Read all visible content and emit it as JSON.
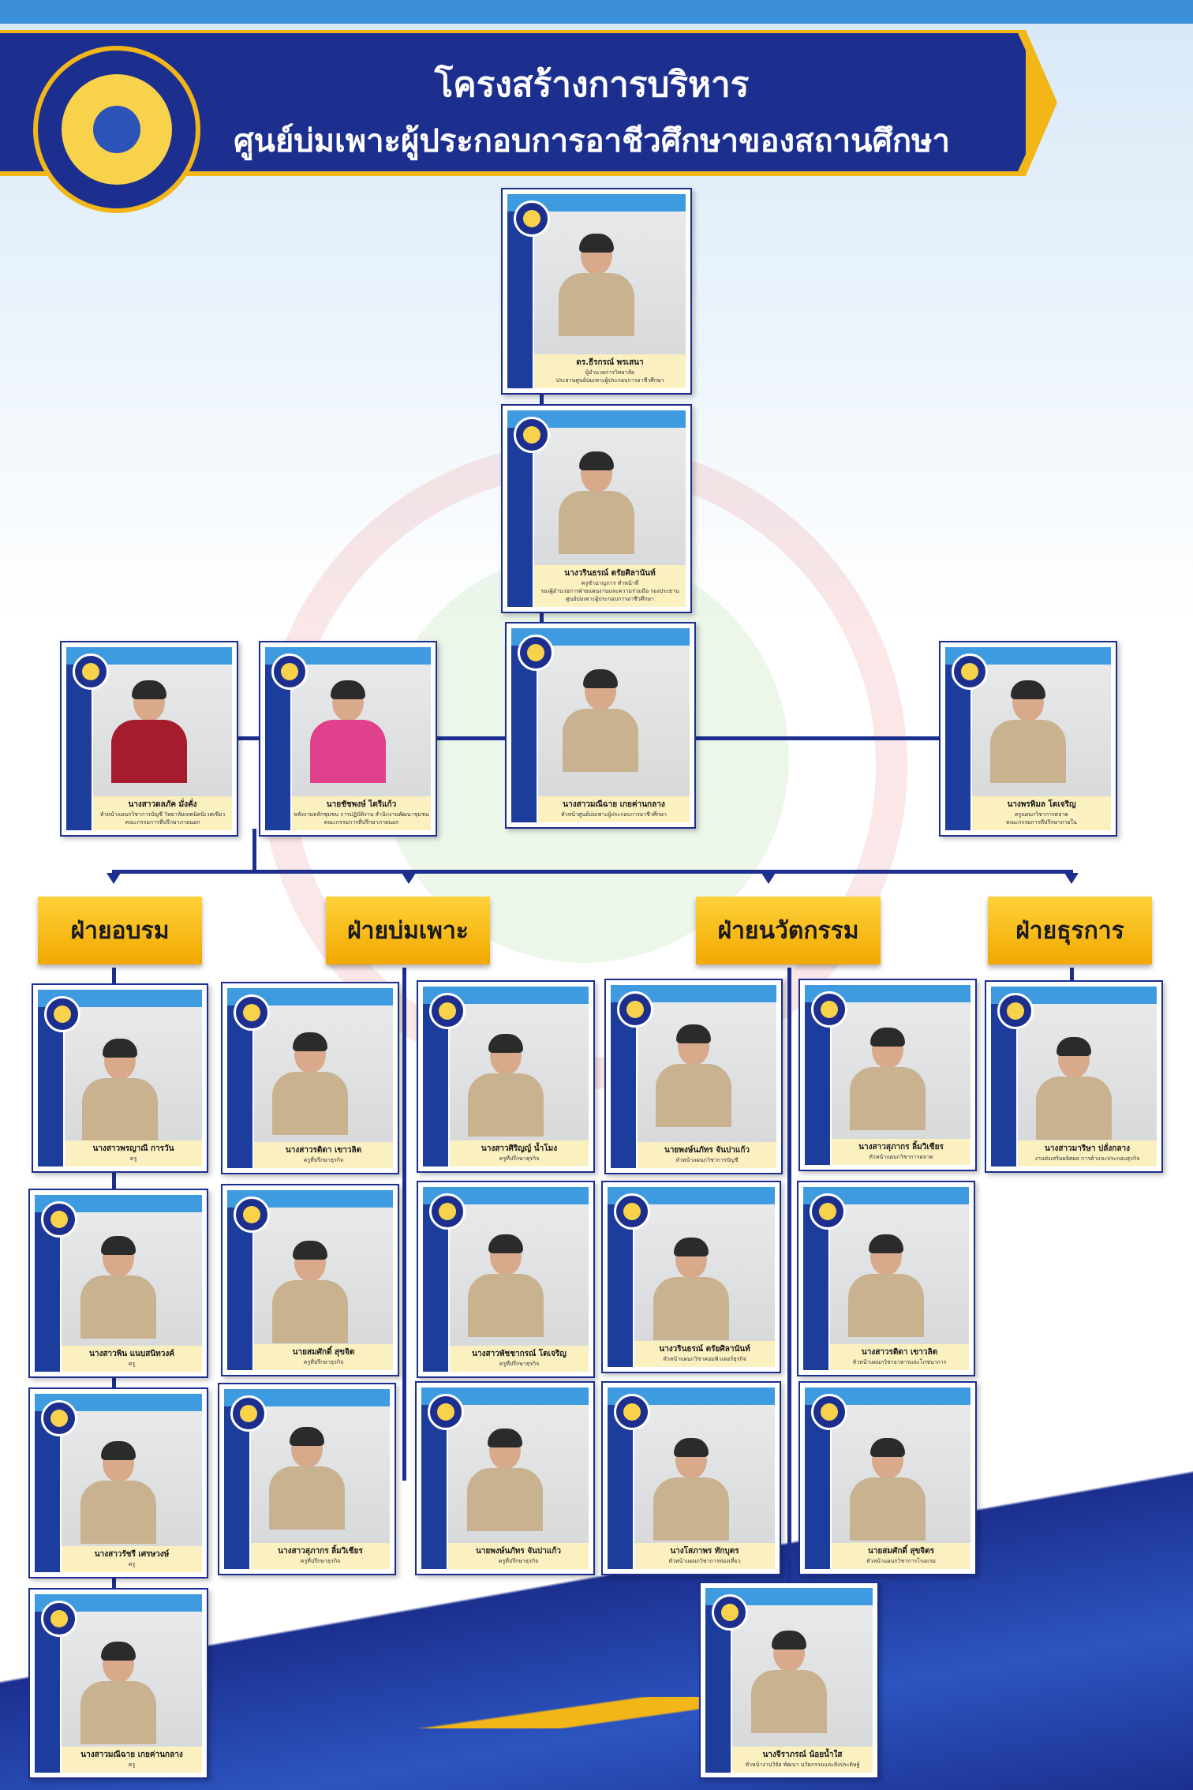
{
  "header": {
    "title": "โครงสร้างการบริหาร",
    "subtitle": "ศูนย์บ่มเพาะผู้ประกอบการอาชีวศึกษาของสถานศึกษา"
  },
  "departments": [
    "ฝ่ายอบรม",
    "ฝ่ายบ่มเพาะ",
    "ฝ่ายนวัตกรรม",
    "ฝ่ายธุรการ"
  ],
  "people": [
    {
      "name": "ดร.ธีรกรณ์ พรเสนา",
      "pos": "ผู้อำนวยการวิทยาลัย",
      "pos2": "ประธานศูนย์บ่มเพาะผู้ประกอบการอาชีวศึกษา"
    },
    {
      "name": "นางวรินธรณ์ ตรัยศิลานันท์",
      "pos": "ครูชำนาญการ ทำหน้าที่",
      "pos2": "รองผู้อำนวยการฝ่ายแผนงานและความร่วมมือ รองประธานศูนย์บ่มเพาะผู้ประกอบการอาชีวศึกษา"
    },
    {
      "name": "นางสาวดลภัค มั่งคั่ง",
      "pos": "หัวหน้าแผนกวิชาการบัญชี วิทยาลัยเทคนิคนิเวศเขียว",
      "pos2": "คณะกรรมการที่ปรึกษาภายนอก"
    },
    {
      "name": "นายชัชพงษ์ ไตรีแก้ว",
      "pos": "พลังงานหลักชุมชน การปฏิบัติงาน สำนักงานพัฒนาชุมชน",
      "pos2": "คณะกรรมการที่ปรึกษาภายนอก"
    },
    {
      "name": "นางสาวมณีฉาย เกยค่านกลาง",
      "pos": "หัวหน้าศูนย์บ่มเพาะผู้ประกอบการอาชีวศึกษา",
      "pos2": ""
    },
    {
      "name": "นางพรพิมล โตเจริญ",
      "pos": "ครูแผนกวิชาการตลาด",
      "pos2": "คณะกรรมการที่ปรึกษาภายใน"
    },
    {
      "name": "นางสาวพรญาณี การวัน",
      "pos": "ครู",
      "pos2": ""
    },
    {
      "name": "นางสาวพิน แนบสนิทวงค์",
      "pos": "ครู",
      "pos2": ""
    },
    {
      "name": "นางสาวรัชรี เศรษวงษ์",
      "pos": "ครู",
      "pos2": ""
    },
    {
      "name": "นางสาวมณีฉาย เกยค่านกลาง",
      "pos": "ครู",
      "pos2": ""
    },
    {
      "name": "นางสาวรติดา เขาวลิต",
      "pos": "ครูที่ปรึกษาธุรกิจ",
      "pos2": ""
    },
    {
      "name": "นายสมศักดิ์ สุขจิต",
      "pos": "ครูที่ปรึกษาธุรกิจ",
      "pos2": ""
    },
    {
      "name": "นางสาวสุภากร ลิ้มวิเชียร",
      "pos": "ครูที่ปรึกษาธุรกิจ",
      "pos2": ""
    },
    {
      "name": "นางสาวศิริญญ์ น้ำโมง",
      "pos": "ครูที่ปรึกษาธุรกิจ",
      "pos2": ""
    },
    {
      "name": "นางสาวพัชชากรณ์ โตเจริญ",
      "pos": "ครูที่ปรึกษาธุรกิจ",
      "pos2": ""
    },
    {
      "name": "นายพงษ์นภัทร จันปาแก้ว",
      "pos": "ครูที่ปรึกษาธุรกิจ",
      "pos2": ""
    },
    {
      "name": "นายพงษ์นภัทร จันปาแก้ว",
      "pos": "หัวหน้าแผนกวิชาการบัญชี",
      "pos2": ""
    },
    {
      "name": "นางวรินธรณ์ ตรัยศิลานันท์",
      "pos": "หัวหน้าแผนกวิชาคอมพิวเตอร์ธุรกิจ",
      "pos2": ""
    },
    {
      "name": "นางโสภาพร ทักบุตร",
      "pos": "หัวหน้าแผนกวิชาการท่องเที่ยว",
      "pos2": ""
    },
    {
      "name": "นางสาวสุภากร ลิ้มวิเชียร",
      "pos": "หัวหน้าแผนกวิชาการตลาด",
      "pos2": ""
    },
    {
      "name": "นางสาวรติดา เขาวลิต",
      "pos": "หัวหน้าแผนกวิชาอาหารและโภชนาการ",
      "pos2": ""
    },
    {
      "name": "นายสมศักดิ์ สุขจิตร",
      "pos": "หัวหน้าแผนกวิชาการโรงแรม",
      "pos2": ""
    },
    {
      "name": "นางจีราภรณ์ น้อยน้ำใส",
      "pos": "หัวหน้างานวิจัย พัฒนา นวัตกรรมและสิ่งประดิษฐ์",
      "pos2": ""
    },
    {
      "name": "นางสาวมาริษา ปลั่งกลาง",
      "pos": "งานส่งเสริมผลิตผล การค้าและประกอบธุรกิจ",
      "pos2": ""
    }
  ]
}
